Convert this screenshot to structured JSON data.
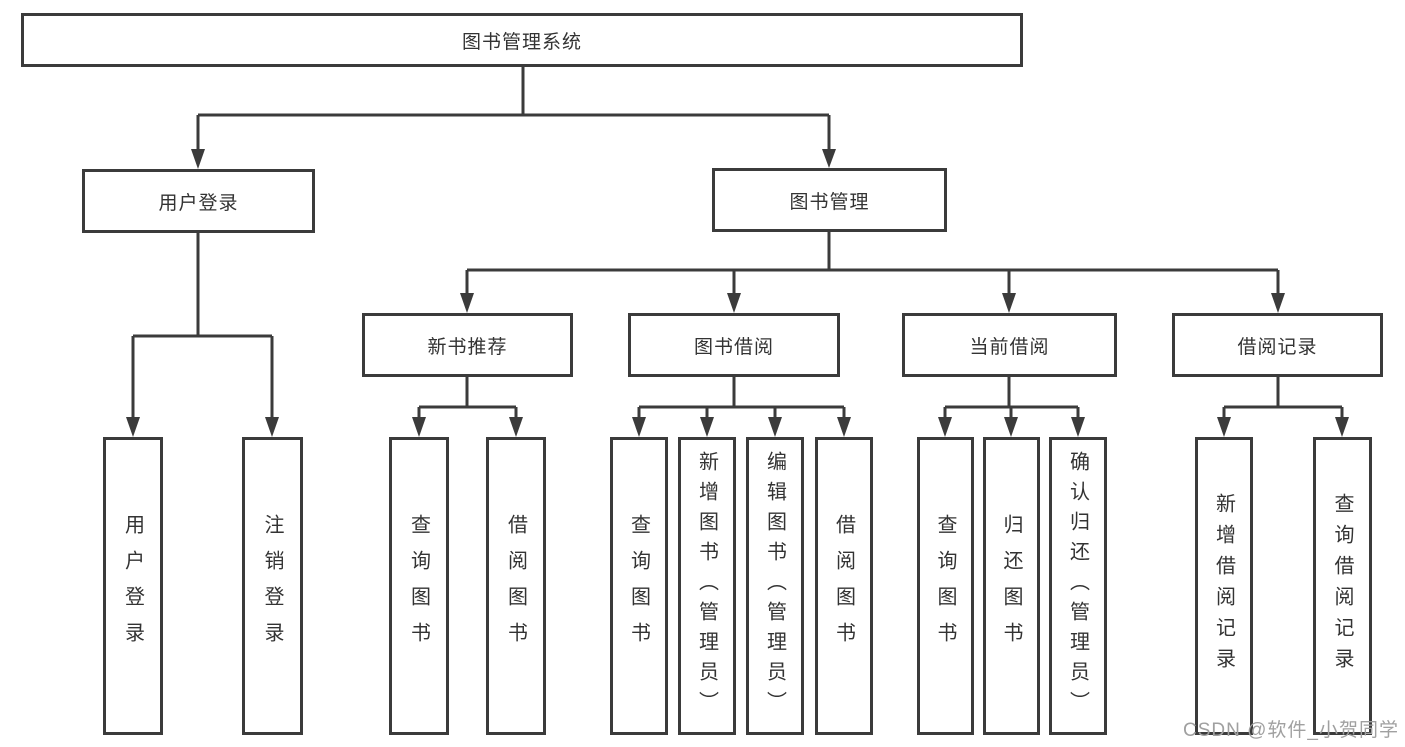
{
  "diagram_title": "图书管理系统",
  "watermark": "CSDN @软件_小贺同学",
  "colors": {
    "line": "#3b3b3b",
    "box_border": "#3b3b3b",
    "text": "#333333",
    "watermark": "#a0a0a0",
    "background": "#ffffff"
  },
  "root": {
    "label": "图书管理系统",
    "children": [
      {
        "label": "用户登录",
        "children": [
          {
            "label": "用户登录"
          },
          {
            "label": "注销登录"
          }
        ]
      },
      {
        "label": "图书管理",
        "children": [
          {
            "label": "新书推荐",
            "children": [
              {
                "label": "查询图书"
              },
              {
                "label": "借阅图书"
              }
            ]
          },
          {
            "label": "图书借阅",
            "children": [
              {
                "label": "查询图书"
              },
              {
                "label": "新增图书（管理员）"
              },
              {
                "label": "编辑图书（管理员）"
              },
              {
                "label": "借阅图书"
              }
            ]
          },
          {
            "label": "当前借阅",
            "children": [
              {
                "label": "查询图书"
              },
              {
                "label": "归还图书"
              },
              {
                "label": "确认归还（管理员）"
              }
            ]
          },
          {
            "label": "借阅记录",
            "children": [
              {
                "label": "新增借阅记录"
              },
              {
                "label": "查询借阅记录"
              }
            ]
          }
        ]
      }
    ]
  }
}
